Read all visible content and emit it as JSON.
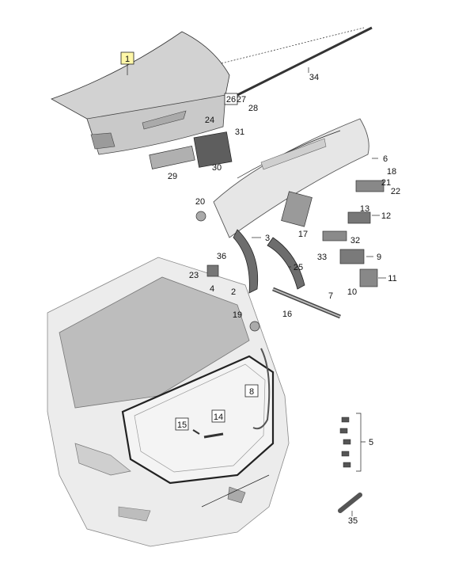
{
  "callouts": {
    "c1": "1",
    "c2": "2",
    "c3": "3",
    "c4": "4",
    "c5": "5",
    "c6": "6",
    "c7": "7",
    "c8": "8",
    "c9": "9",
    "c10": "10",
    "c11": "11",
    "c12": "12",
    "c13": "13",
    "c14": "14",
    "c15": "15",
    "c16": "16",
    "c17": "17",
    "c18": "18",
    "c19": "19",
    "c20": "20",
    "c21": "21",
    "c22": "22",
    "c23": "23",
    "c24": "24",
    "c25": "25",
    "c26": "26",
    "c27": "27",
    "c28": "28",
    "c29": "29",
    "c30": "30",
    "c31": "31",
    "c32": "32",
    "c33": "33",
    "c34": "34",
    "c35": "35",
    "c36": "36"
  },
  "colors": {
    "highlight_box": "#fff7a8",
    "part_fill": "#d2d2d2",
    "dark_part": "#6d6d6d",
    "car_body": "#ececec"
  }
}
